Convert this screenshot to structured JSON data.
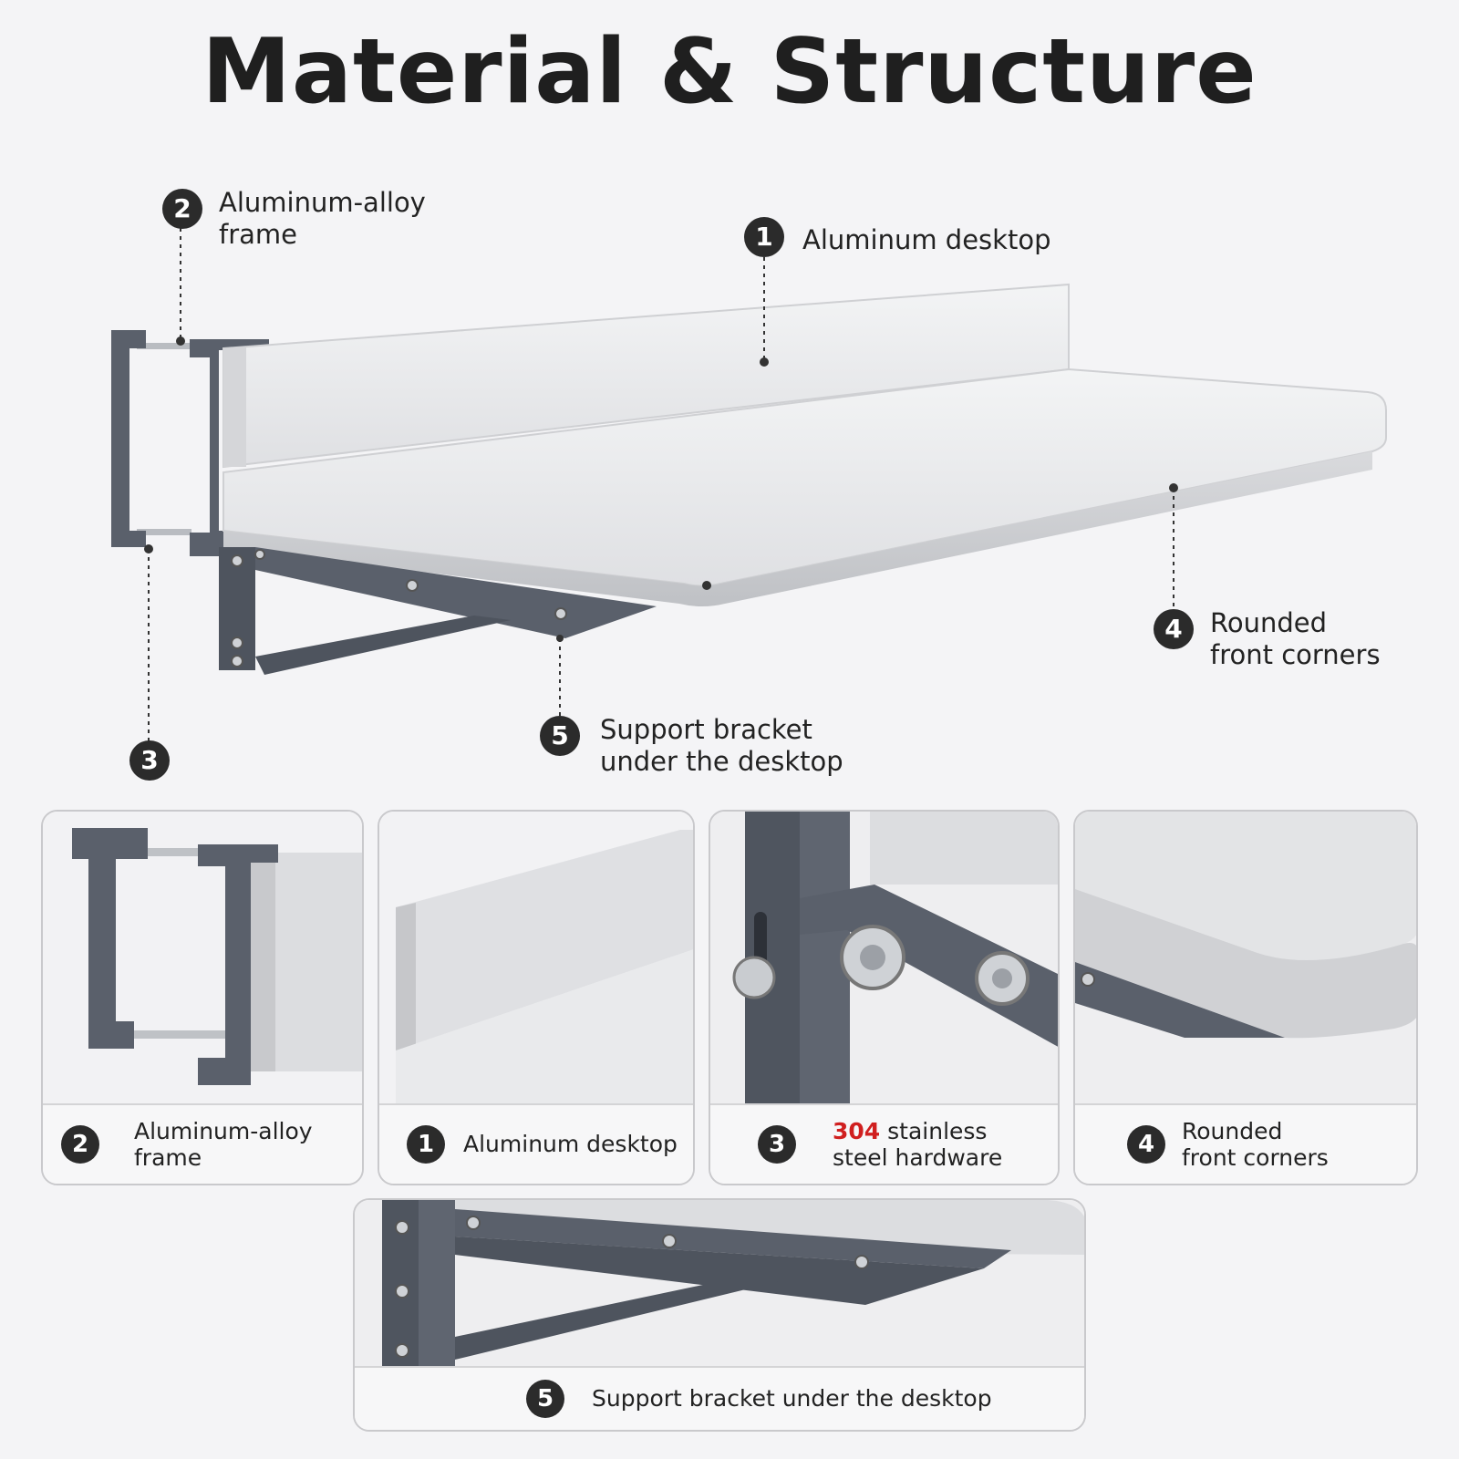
{
  "title": "Material & Structure",
  "callouts": {
    "c1": {
      "num": "1",
      "label": "Aluminum desktop"
    },
    "c2": {
      "num": "2",
      "line1": "Aluminum-alloy",
      "line2": "frame"
    },
    "c3": {
      "num": "3"
    },
    "c4": {
      "num": "4",
      "line1": "Rounded",
      "line2": "front corners"
    },
    "c5": {
      "num": "5",
      "line1": "Support bracket",
      "line2": "under the desktop"
    }
  },
  "panels": {
    "p2": {
      "num": "2",
      "line1": "Aluminum-alloy",
      "line2": "frame"
    },
    "p1": {
      "num": "1",
      "label": "Aluminum desktop"
    },
    "p3": {
      "num": "3",
      "highlight": "304",
      "line1_rest": " stainless",
      "line2": "steel hardware"
    },
    "p4": {
      "num": "4",
      "line1": "Rounded",
      "line2": "front corners"
    },
    "p5": {
      "num": "5",
      "label": "Support bracket under the desktop"
    }
  },
  "colors": {
    "frame": "#5a606b",
    "aluminum": "#e7e8ea",
    "highlight": "#d01f1f",
    "badge": "#2b2b2b"
  }
}
